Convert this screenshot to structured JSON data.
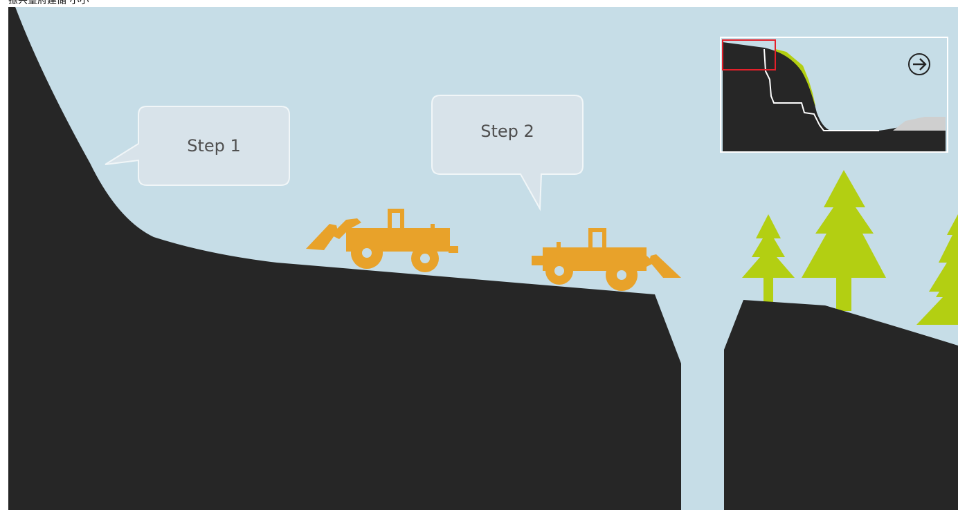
{
  "header": {
    "caption": "振兴望府建储   小小"
  },
  "steps": [
    {
      "label": "Step 1"
    },
    {
      "label": "Step 2"
    }
  ],
  "minimap": {
    "viewport_color": "#e3202a"
  },
  "nav": {
    "next_icon": "arrow-right-circle-icon"
  },
  "colors": {
    "sky": "#c6dde7",
    "ground": "#262626",
    "loader": "#e8a22a",
    "tree": "#b3cf12",
    "bubble_fill": "#d8e3ea",
    "bubble_stroke": "#f1f6f8",
    "bubble_text": "#4f4f4f"
  }
}
